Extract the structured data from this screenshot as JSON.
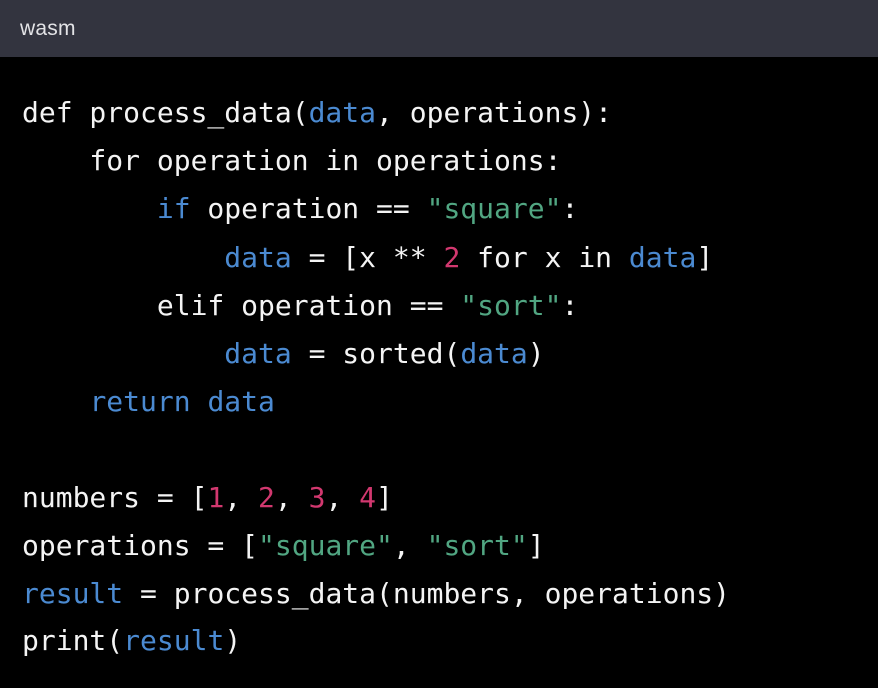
{
  "header": {
    "language_label": "wasm"
  },
  "colors": {
    "header_bg": "#33343f",
    "code_bg": "#000000",
    "plain": "#f4f4f4",
    "keyword_blue": "#4b8ad1",
    "string_green": "#51a682",
    "number_pink": "#d2386f"
  },
  "code": {
    "lines": [
      {
        "tokens": [
          [
            "pl",
            "def process_data("
          ],
          [
            "kw",
            "data"
          ],
          [
            "pl",
            ", operations):"
          ]
        ]
      },
      {
        "tokens": [
          [
            "pl",
            "    for operation in operations:"
          ]
        ]
      },
      {
        "tokens": [
          [
            "pl",
            "        "
          ],
          [
            "kw",
            "if"
          ],
          [
            "pl",
            " operation == "
          ],
          [
            "str",
            "\"square\""
          ],
          [
            "pl",
            ":"
          ]
        ]
      },
      {
        "tokens": [
          [
            "pl",
            "            "
          ],
          [
            "kw",
            "data"
          ],
          [
            "pl",
            " = [x ** "
          ],
          [
            "num",
            "2"
          ],
          [
            "pl",
            " for x in "
          ],
          [
            "kw",
            "data"
          ],
          [
            "pl",
            "]"
          ]
        ]
      },
      {
        "tokens": [
          [
            "pl",
            "        elif operation == "
          ],
          [
            "str",
            "\"sort\""
          ],
          [
            "pl",
            ":"
          ]
        ]
      },
      {
        "tokens": [
          [
            "pl",
            "            "
          ],
          [
            "kw",
            "data"
          ],
          [
            "pl",
            " = sorted("
          ],
          [
            "kw",
            "data"
          ],
          [
            "pl",
            ")"
          ]
        ]
      },
      {
        "tokens": [
          [
            "pl",
            "    "
          ],
          [
            "kw",
            "return data"
          ]
        ]
      },
      {
        "tokens": []
      },
      {
        "tokens": [
          [
            "pl",
            "numbers = ["
          ],
          [
            "num",
            "1"
          ],
          [
            "pl",
            ", "
          ],
          [
            "num",
            "2"
          ],
          [
            "pl",
            ", "
          ],
          [
            "num",
            "3"
          ],
          [
            "pl",
            ", "
          ],
          [
            "num",
            "4"
          ],
          [
            "pl",
            "]"
          ]
        ]
      },
      {
        "tokens": [
          [
            "pl",
            "operations = ["
          ],
          [
            "str",
            "\"square\""
          ],
          [
            "pl",
            ", "
          ],
          [
            "str",
            "\"sort\""
          ],
          [
            "pl",
            "]"
          ]
        ]
      },
      {
        "tokens": [
          [
            "kw",
            "result"
          ],
          [
            "pl",
            " = process_data(numbers, operations)"
          ]
        ]
      },
      {
        "tokens": [
          [
            "pl",
            "print("
          ],
          [
            "kw",
            "result"
          ],
          [
            "pl",
            ")"
          ]
        ]
      }
    ]
  }
}
